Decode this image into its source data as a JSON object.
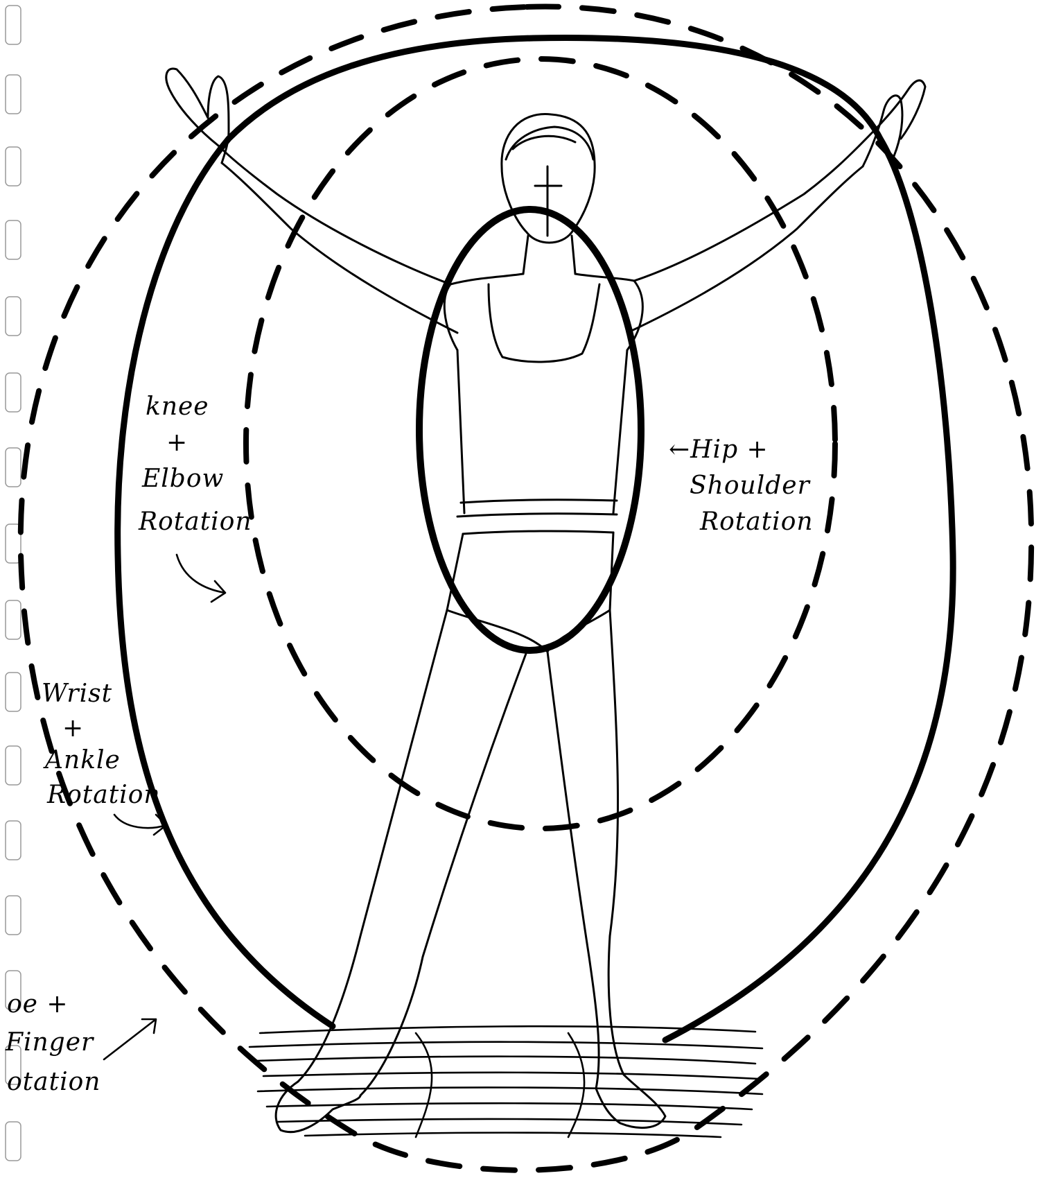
{
  "labels": {
    "knee_elbow": [
      "knee",
      "+",
      "Elbow",
      "Rotation"
    ],
    "hip_shoulder": [
      "←Hip +",
      "Shoulder",
      "Rotation"
    ],
    "wrist_ankle": [
      "Wrist",
      "+",
      "Ankle",
      "Rotation"
    ],
    "toe_finger": [
      "oe +",
      "Finger",
      "otation"
    ]
  },
  "colors": {
    "ink": "#000000",
    "paper": "#ffffff"
  }
}
